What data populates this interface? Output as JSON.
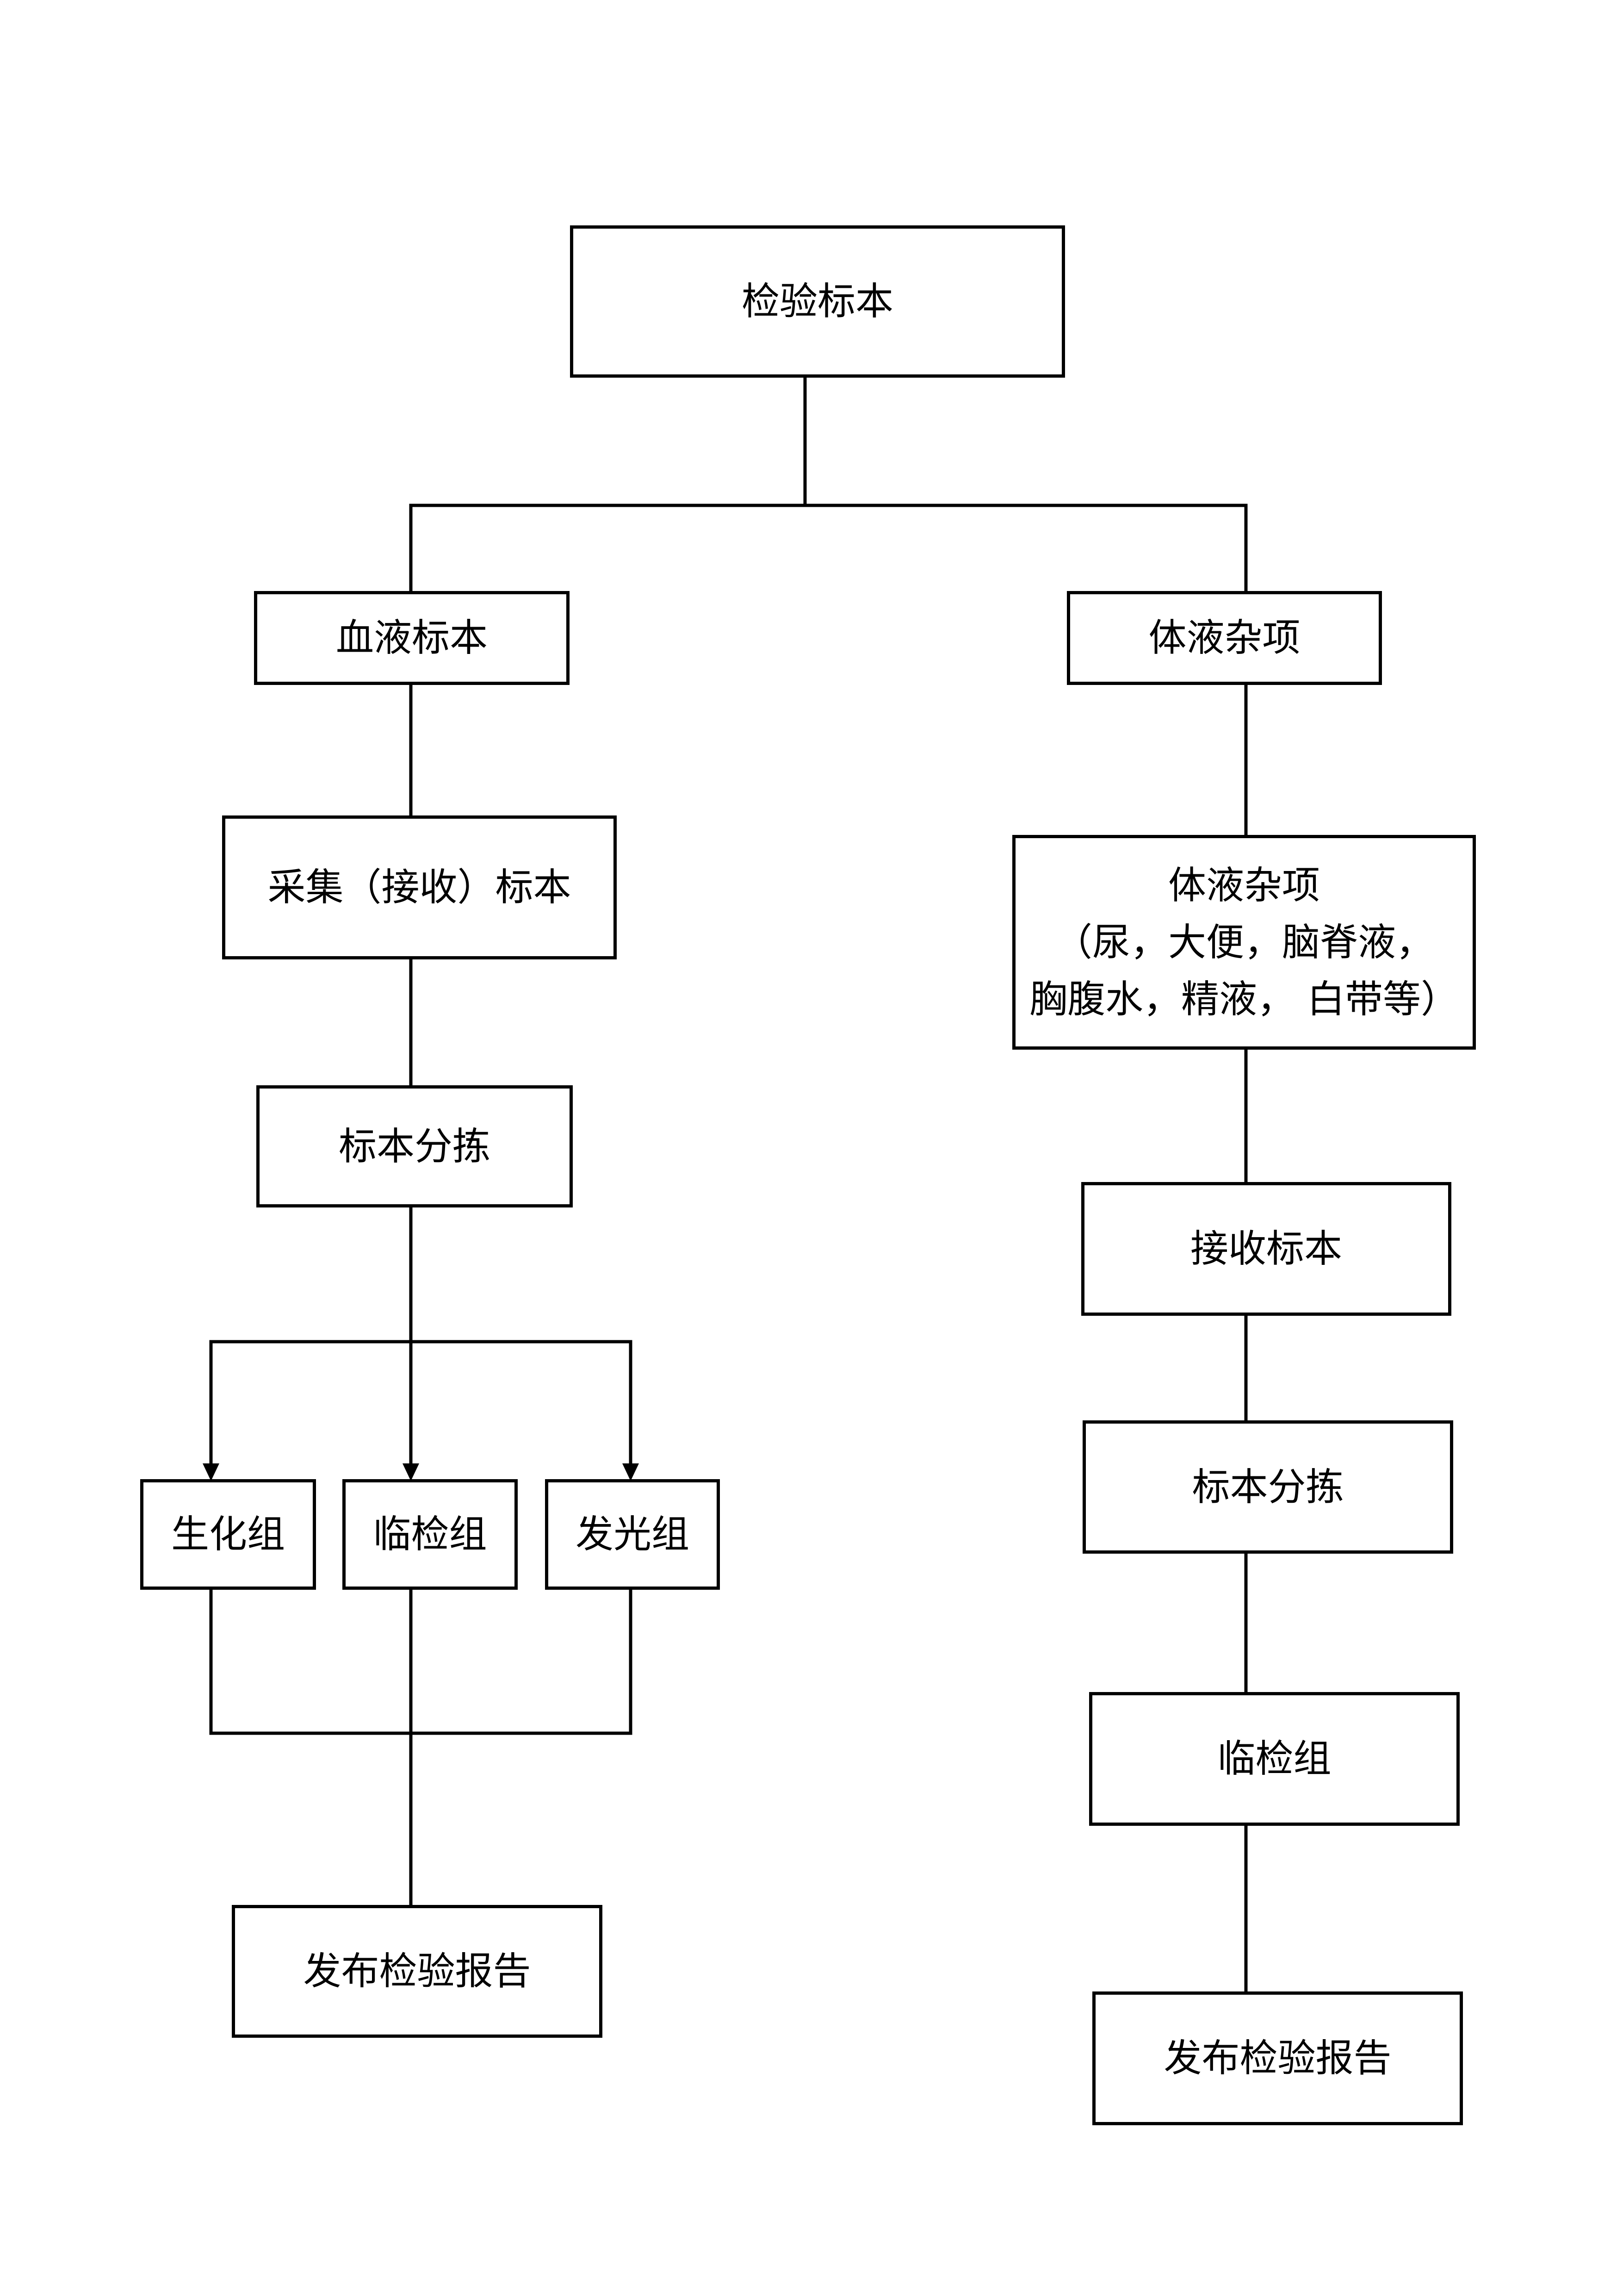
{
  "diagram": {
    "root": "检验标本",
    "blood": {
      "title": "血液标本",
      "collect": "采集（接收）标本",
      "sort": "标本分拣",
      "groups": [
        "生化组",
        "临检组",
        "发光组"
      ],
      "report": "发布检验报告"
    },
    "fluid": {
      "title": "体液杂项",
      "detail": [
        "体液杂项",
        "（尿，大便，脑脊液，",
        "胸腹水，精液， 白带等）"
      ],
      "receive": "接收标本",
      "sort": "标本分拣",
      "group": "临检组",
      "report": "发布检验报告"
    }
  },
  "colors": {
    "stroke": "#000000",
    "background": "#ffffff"
  }
}
